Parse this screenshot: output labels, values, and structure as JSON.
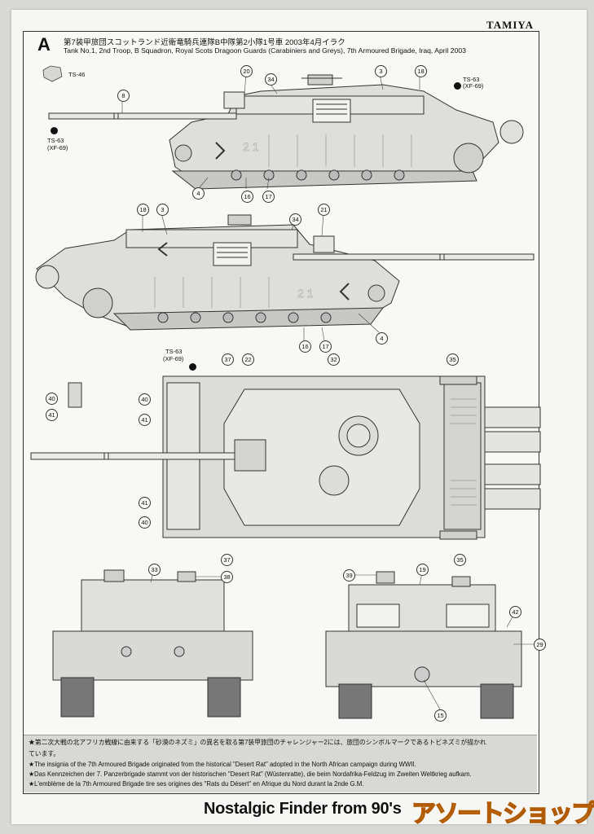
{
  "header": {
    "brand": "TAMIYA",
    "step_letter": "A",
    "caption_ja": "第7装甲旅団スコットランド近衛竜騎兵連隊B中隊第2小隊1号車 2003年4月イラク",
    "caption_en": "Tank No.1, 2nd Troop, B Squadron, Royal Scots Dragoon Guards (Carabiniers and Greys), 7th Armoured Brigade, Iraq, April 2003"
  },
  "paint_tags": {
    "ts46": "TS-46",
    "ts63_a": "TS-63",
    "xf69_a": "(XF-69)",
    "ts63_b": "TS-63",
    "xf69_b": "(XF-69)",
    "ts63_c": "TS-63",
    "xf69_c": "(XF-69)"
  },
  "callouts": {
    "c20": "20",
    "c34": "34",
    "c3": "3",
    "c18": "18",
    "c8": "8",
    "c4": "4",
    "c16": "16",
    "c17": "17",
    "c18b": "18",
    "c3b": "3",
    "c34b": "34",
    "c21": "21",
    "c4b": "4",
    "c16b": "16",
    "c17b": "17",
    "c37": "37",
    "c22": "22",
    "c32": "32",
    "c35": "35",
    "c40": "40",
    "c41": "41",
    "c40b": "40",
    "c41b": "41",
    "c41c": "41",
    "c40c": "40",
    "c37b": "37",
    "c35b": "35",
    "c33": "33",
    "c38": "38",
    "c39": "39",
    "c19": "19",
    "c42": "42",
    "c29": "29",
    "c15": "15"
  },
  "hull_numbers": {
    "side_left": "2 1",
    "side_right": "2 1"
  },
  "notes": {
    "ja_1": "★第二次大戦の北アフリカ戦線に由来する「砂漠のネズミ」の異名を取る第7装甲旅団のチャレンジャー2には、旅団のシンボルマークであるトビネズミが描かれ",
    "ja_2": "ています。",
    "en": "★The insignia of the 7th Armoured Brigade originated from the historical \"Desert Rat\" adopted in the North African campaign during WWII.",
    "de": "★Das Kennzeichen der 7. Panzerbrigade stammt von der historischen \"Desert Rat\" (Wüstenratte), die beim Nordafrika-Feldzug im Zweiten Weltkrieg aufkam.",
    "fr": "★L'emblème de la 7th Armoured Brigade tire ses origines des \"Rats du Désert\" en Afrique du Nord durant la 2nde G.M."
  },
  "footer": {
    "watermark": "Nostalgic Finder from 90's",
    "watermark_jp": "アソートショップ"
  },
  "colors": {
    "paper": "#f6f6f4",
    "line": "#333333",
    "hull": "#d9d9d6",
    "notes_bg": "#d8d8d6"
  }
}
